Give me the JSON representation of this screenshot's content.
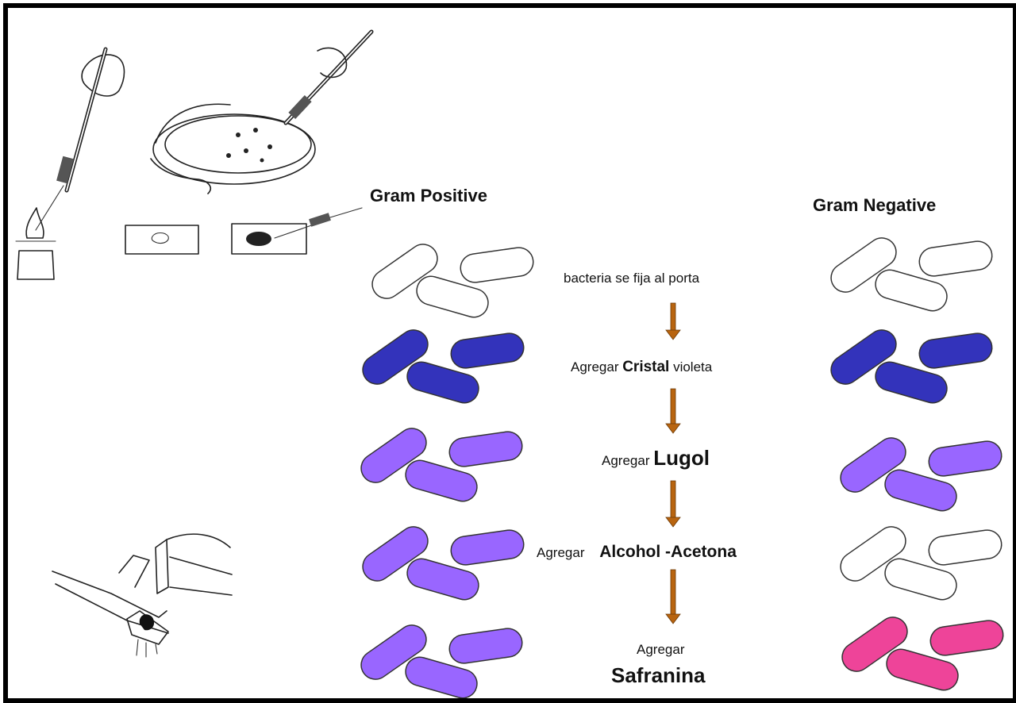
{
  "columns": {
    "left_title": "Gram Positive",
    "right_title": "Gram Negative"
  },
  "steps": [
    {
      "prefix": "bacteria se fija al porta",
      "emph": ""
    },
    {
      "prefix": "Agregar ",
      "emph": "Cristal",
      "suffix": " violeta"
    },
    {
      "prefix": "Agregar ",
      "emph": "Lugol"
    },
    {
      "prefix": "Agregar ",
      "emph": "Alcohol -Acetona"
    },
    {
      "prefix": "Agregar",
      "emph": "Safranina"
    }
  ],
  "colors": {
    "unstained": "#ffffff",
    "crystal_violet": "#3333bb",
    "iodine_violet": "#9966ff",
    "safranin_pink": "#ee4499",
    "arrow": "#b8640f"
  },
  "cells": {
    "gram_positive": [
      "unstained",
      "crystal_violet",
      "iodine_violet",
      "iodine_violet",
      "iodine_violet"
    ],
    "gram_negative": [
      "unstained",
      "crystal_violet",
      "iodine_violet",
      "unstained",
      "safranin_pink"
    ]
  },
  "illustrations": [
    "loop-over-flame-sketch",
    "petri-dish-inoculation-sketch",
    "smear-slides-sketch",
    "staining-rack-sketch"
  ]
}
